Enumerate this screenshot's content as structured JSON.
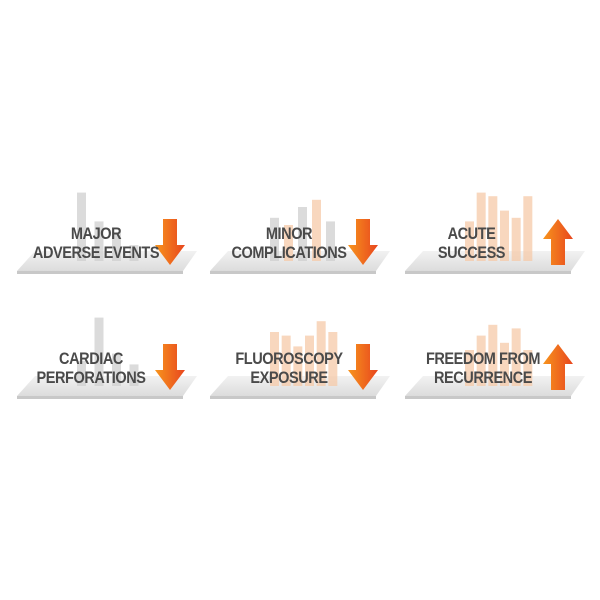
{
  "colors": {
    "text": "#4a4a4a",
    "arrow_light": "#f7941d",
    "arrow_dark": "#e8461e",
    "bar_grey": "#cfcfcf",
    "bar_orange": "#f6c9a8",
    "platform": "#e6e6e6"
  },
  "tiles": [
    {
      "id": "major-adverse-events",
      "lines": [
        "MAJOR",
        "ADVERSE EVENTS"
      ],
      "arrow": "down",
      "arrow_icon": "down-arrow-icon",
      "bar_color": "grey",
      "bars": [
        0.95,
        0.55,
        0.4,
        0.22
      ]
    },
    {
      "id": "minor-complications",
      "lines": [
        "MINOR",
        "COMPLICATIONS"
      ],
      "arrow": "down",
      "arrow_icon": "down-arrow-icon",
      "bar_color": "mixed",
      "bars": [
        0.6,
        0.5,
        0.75,
        0.85,
        0.55
      ]
    },
    {
      "id": "acute-success",
      "lines": [
        "ACUTE",
        "SUCCESS"
      ],
      "arrow": "up",
      "arrow_icon": "up-arrow-icon",
      "bar_color": "orange",
      "bars": [
        0.55,
        0.95,
        0.9,
        0.7,
        0.6,
        0.9
      ]
    },
    {
      "id": "cardiac-perforations",
      "lines": [
        "CARDIAC",
        "PERFORATIONS"
      ],
      "arrow": "down",
      "arrow_icon": "down-arrow-icon",
      "bar_color": "grey",
      "bars": [
        0.35,
        0.95,
        0.45,
        0.3
      ]
    },
    {
      "id": "fluoroscopy-exposure",
      "lines": [
        "FLUOROSCOPY",
        "EXPOSURE"
      ],
      "arrow": "down",
      "arrow_icon": "down-arrow-icon",
      "bar_color": "orange",
      "bars": [
        0.75,
        0.7,
        0.55,
        0.7,
        0.9,
        0.75
      ]
    },
    {
      "id": "freedom-from-recurrence",
      "lines": [
        "FREEDOM FROM",
        "RECURRENCE"
      ],
      "arrow": "up",
      "arrow_icon": "up-arrow-icon",
      "bar_color": "orange",
      "bars": [
        0.5,
        0.7,
        0.85,
        0.6,
        0.8,
        0.5
      ]
    }
  ]
}
